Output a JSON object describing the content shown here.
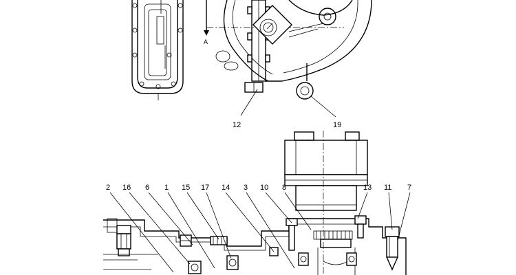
{
  "diagram": {
    "section_marker": "A",
    "callouts": [
      {
        "id": "c12",
        "label": "12"
      },
      {
        "id": "c19",
        "label": "19"
      },
      {
        "id": "c2",
        "label": "2"
      },
      {
        "id": "c16",
        "label": "16"
      },
      {
        "id": "c6",
        "label": "6"
      },
      {
        "id": "c1",
        "label": "1"
      },
      {
        "id": "c15",
        "label": "15"
      },
      {
        "id": "c17",
        "label": "17"
      },
      {
        "id": "c14",
        "label": "14"
      },
      {
        "id": "c3",
        "label": "3"
      },
      {
        "id": "c10",
        "label": "10"
      },
      {
        "id": "c8",
        "label": "8"
      },
      {
        "id": "c13",
        "label": "13"
      },
      {
        "id": "c11",
        "label": "11"
      },
      {
        "id": "c7",
        "label": "7"
      }
    ]
  }
}
